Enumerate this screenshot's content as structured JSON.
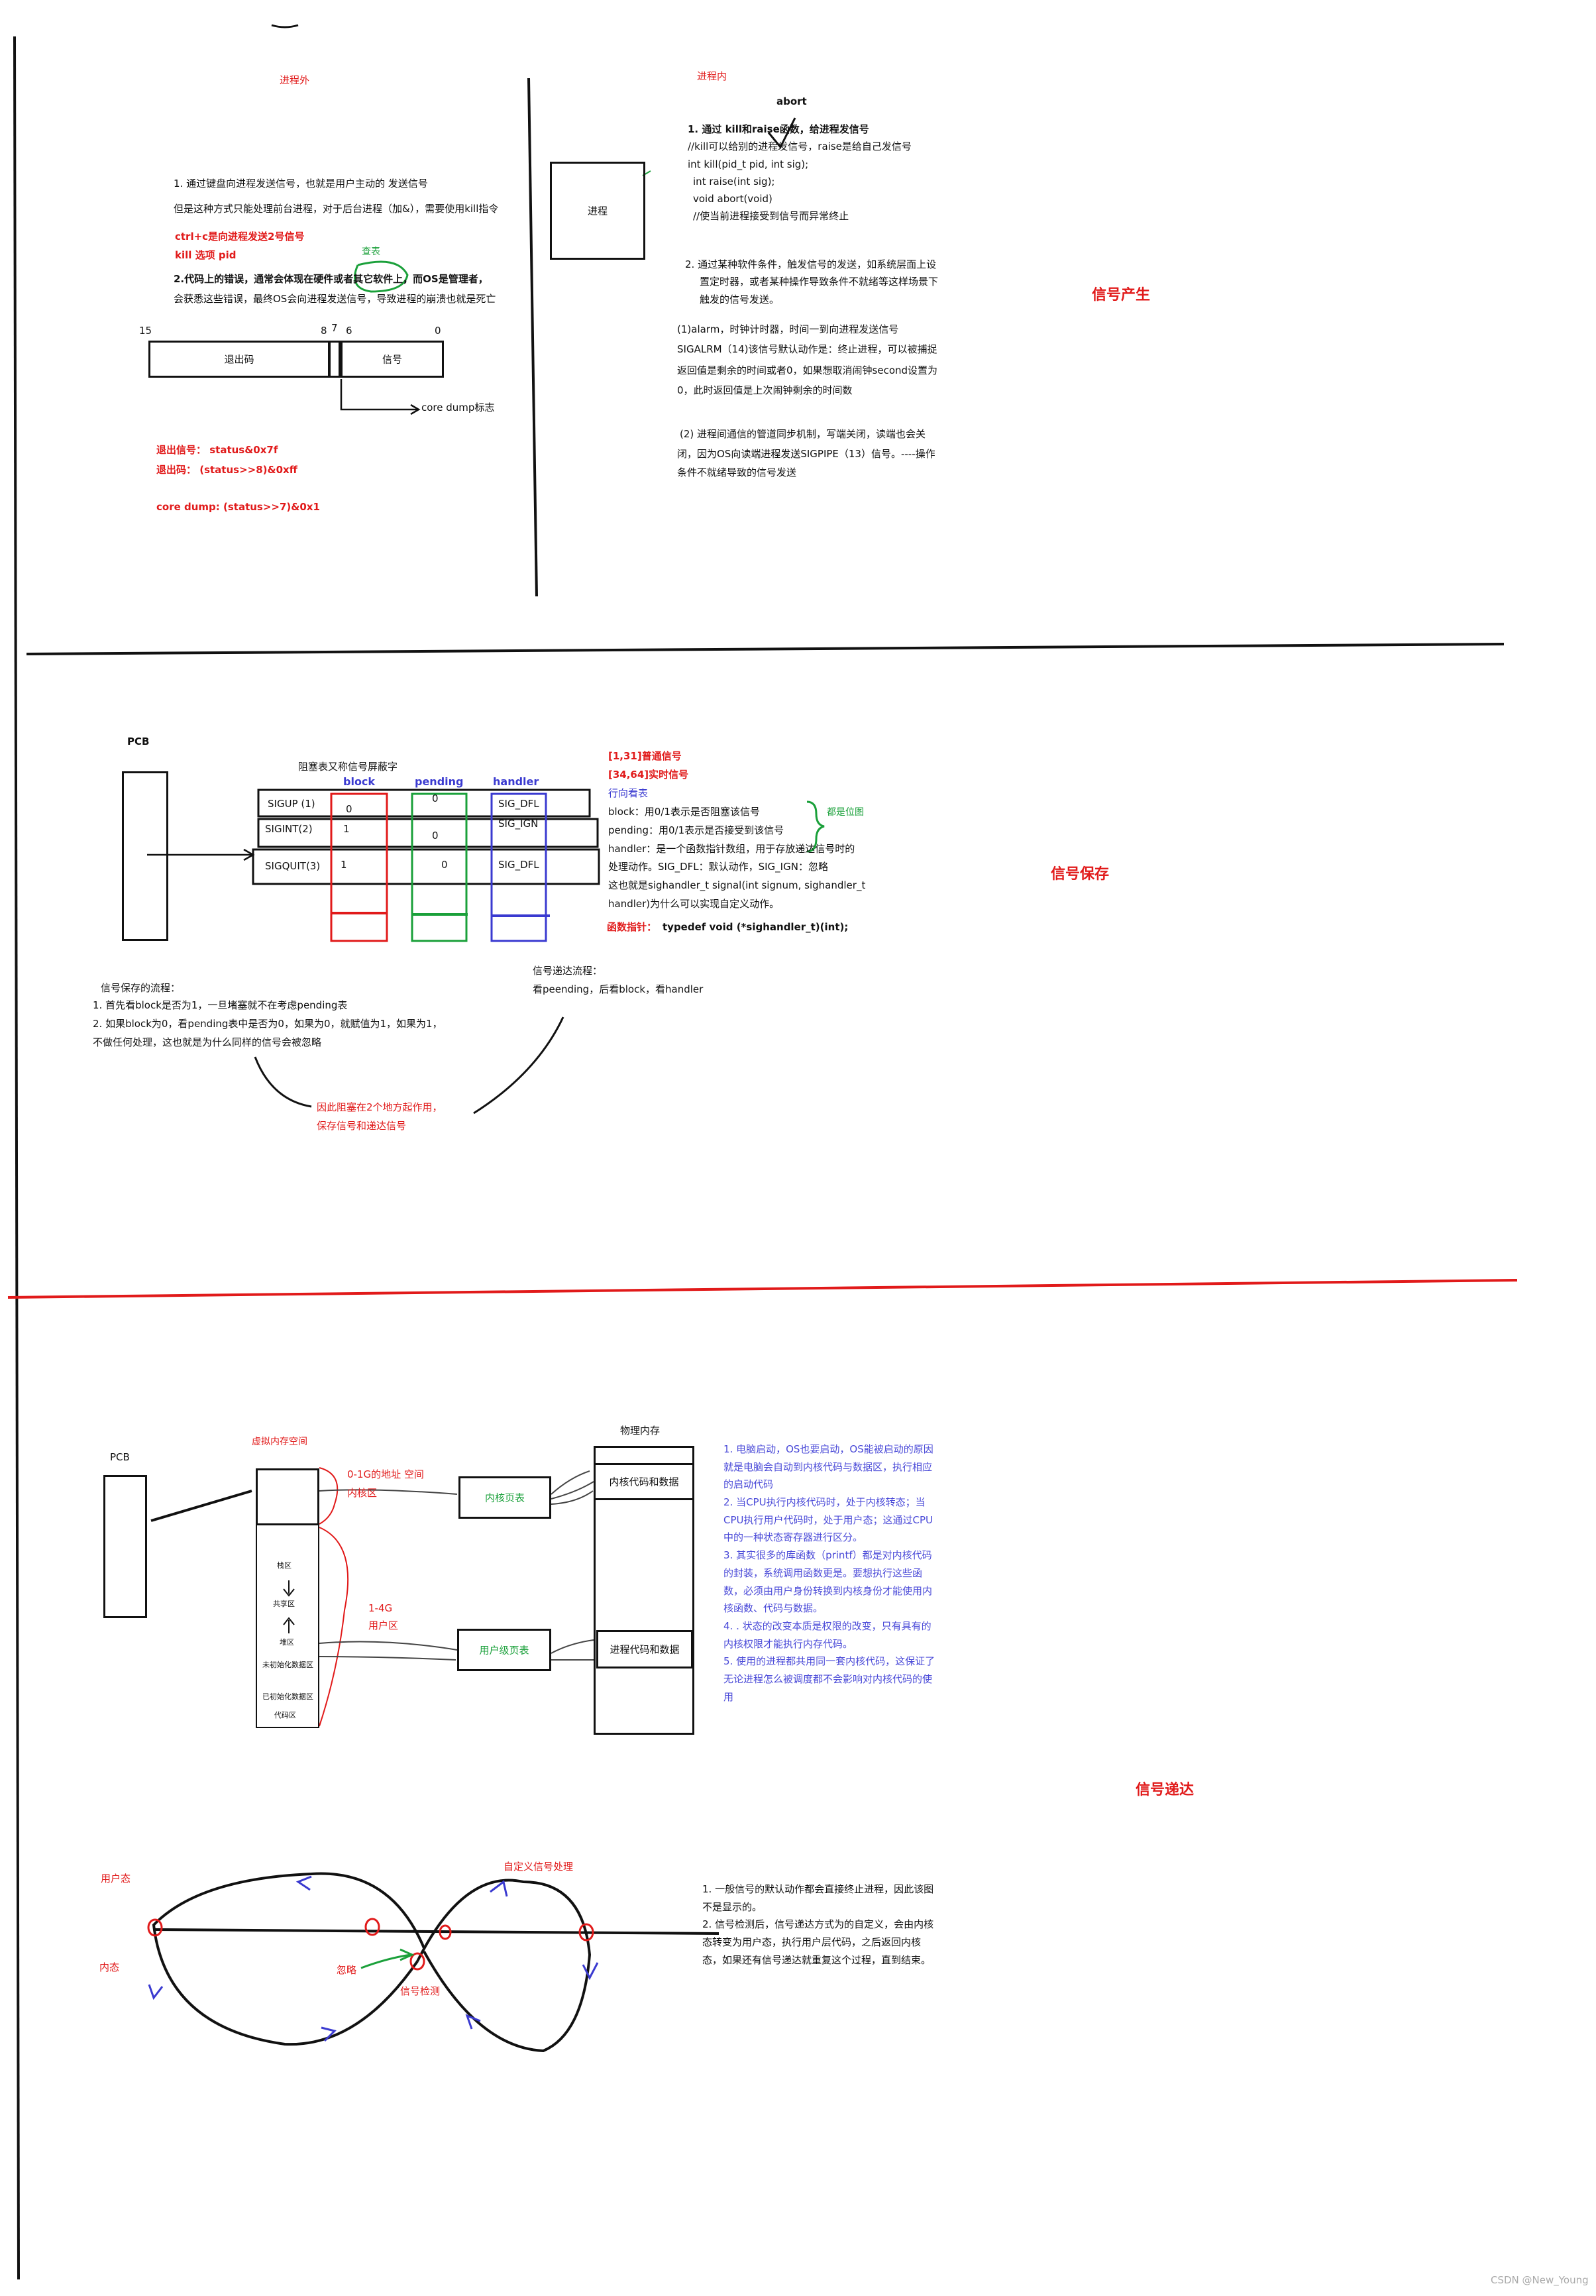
{
  "section1": {
    "outside_title": "进程外",
    "inside_title": "进程内",
    "signal_gen_title": "信号产生",
    "outside_lines": [
      "1. 通过键盘向进程发送信号，也就是用户主动的 发送信号",
      "但是这种方式只能处理前台进程，对于后台进程（加&），需要使用kill指令",
      "ctrl+c是向进程发送2号信号",
      "kill  选项 pid",
      "2.代码上的错误，通常会体现在硬件或者其它软件上，而OS是管理者，",
      "会获悉这些错误，最终OS会向进程发送信号，导致进程的崩溃也就是死亡"
    ],
    "chabiao": "查表",
    "status_box": {
      "bit15": "15",
      "bit8": "8",
      "bit7": "7",
      "bit6": "6",
      "bit0": "0",
      "exit_code": "退出码",
      "signal": "信号",
      "core_dump_flag": "core dump标志"
    },
    "status_formulas": [
      "退出信号：  status&0x7f",
      "退出码：    (status>>8)&0xff",
      "core dump:      (status>>7)&0x1"
    ],
    "process_label": "进程",
    "abort_label": "abort",
    "inside_lines": [
      "1. 通过  kill和raise函数，给进程发信号",
      "//kill可以给别的进程发信号，raise是给自己发信号",
      "int kill(pid_t pid, int sig);",
      "int raise(int sig);",
      "void abort(void)",
      "//使当前进程接受到信号而异常终止"
    ],
    "inside_lines2": [
      "2.  通过某种软件条件，触发信号的发送，如系统层面上设",
      "置定时器，或者某种操作导致条件不就绪等这样场景下",
      "触发的信号发送。"
    ],
    "alarm_lines": [
      "(1)alarm，时钟计时器，时间一到向进程发送信号",
      "SIGALRM（14)该信号默认动作是：终止进程，可以被捕捉",
      "返回值是剩余的时间或者0，如果想取消闹钟second设置为",
      "0，此时返回值是上次闹钟剩余的时间数"
    ],
    "pipe_lines": [
      "(2) 进程间通信的管道同步机制，写端关闭，读端也会关",
      "闭，因为OS向读端进程发送SIGPIPE（13）信号。----操作",
      "条件不就绪导致的信号发送"
    ]
  },
  "section2": {
    "title": "信号保存",
    "pcb_label": "PCB",
    "table_caption": "阻塞表又称信号屏蔽字",
    "col_block": "block",
    "col_pending": "pending",
    "col_handler": "handler",
    "rows": [
      {
        "name": "SIGUP (1)",
        "block": "0",
        "pending": "0",
        "handler": "SIG_DFL"
      },
      {
        "name": "SIGINT(2)",
        "block": "1",
        "pending": "0",
        "handler": "SIG_IGN"
      },
      {
        "name": "SIGQUIT(3)",
        "block": "1",
        "pending": "0",
        "handler": "SIG_DFL"
      }
    ],
    "right_red": [
      "[1,31]普通信号",
      "[34,64]实时信号"
    ],
    "right_blue": "行向看表",
    "right_lines": [
      "block：用0/1表示是否阻塞该信号",
      "pending：用0/1表示是否接受到该信号",
      "handler：是一个函数指针数组，用于存放递达信号时的",
      "处理动作。SIG_DFL：默认动作，SIG_IGN：忽略",
      "这也就是sighandler_t signal(int signum, sighandler_t",
      "handler)为什么可以实现自定义动作。"
    ],
    "bitmap_note": "都是位图",
    "func_ptr_label": "函数指针：",
    "func_ptr_decl": "typedef void (*sighandler_t)(int);",
    "save_flow_title": "信号保存的流程：",
    "save_flow": [
      "1. 首先看block是否为1，一旦堵塞就不在考虑pending表",
      "2. 如果block为0，看pending表中是否为0，如果为0，就赋值为1，如果为1，",
      "不做任何处理，这也就是为什么同样的信号会被忽略"
    ],
    "deliver_flow_title": "信号递达流程：",
    "deliver_flow": "看peending，后看block，看handler",
    "conclusion": [
      "因此阻塞在2个地方起作用，",
      "保存信号和递达信号"
    ]
  },
  "section3": {
    "title": "信号递达",
    "pcb_label": "PCB",
    "virtual_mem": "虚拟内存空间",
    "physical_mem": "物理内存",
    "kernel_range": [
      "0-1G的地址 空间",
      "内核区"
    ],
    "user_range": [
      "1-4G",
      "用户区"
    ],
    "kernel_page_table": "内核页表",
    "user_page_table": "用户级页表",
    "kernel_code": "内核代码和数据",
    "process_code": "进程代码和数据",
    "vm_segments": [
      "栈区",
      "共享区",
      "堆区",
      "未初始化数据区",
      "已初始化数据区",
      "代码区"
    ],
    "explain_lines": [
      "1. 电脑启动，OS也要启动，OS能被启动的原因",
      "就是电脑会自动到内核代码与数据区，执行相应",
      "的启动代码",
      "2. 当CPU执行内核代码时，处于内核转态；当",
      "CPU执行用户代码时，处于用户态；这通过CPU",
      "中的一种状态寄存器进行区分。",
      "3. 其实很多的库函数（printf）都是对内核代码",
      "的封装，系统调用函数更是。要想执行这些函",
      "数，必须由用户身份转换到内核身份才能使用内",
      "核函数、代码与数据。",
      "4. . 状态的改变本质是权限的改变，只有具有的",
      "内核权限才能执行内存代码。",
      "5. 使用的进程都共用同一套内核代码，这保证了",
      "无论进程怎么被调度都不会影响对内核代码的使",
      "用"
    ],
    "user_mode": "用户态",
    "kernel_mode": "内态",
    "custom_handler": "自定义信号处理",
    "ignore": "忽略",
    "signal_check": "信号检测",
    "deliver_lines": [
      "1. 一般信号的默认动作都会直接终止进程，因此该图",
      "不是显示的。",
      "2. 信号检测后，信号递达方式为的自定义，会由内核",
      "态转变为用户态，执行用户层代码，之后返回内核",
      "态，如果还有信号递达就重复这个过程，直到结束。"
    ]
  },
  "footer": "CSDN @New_Young",
  "colors": {
    "red": "#e11a1a",
    "green": "#1aa03a",
    "blue": "#3a3ad0",
    "text_blue": "#4a4ad8"
  }
}
